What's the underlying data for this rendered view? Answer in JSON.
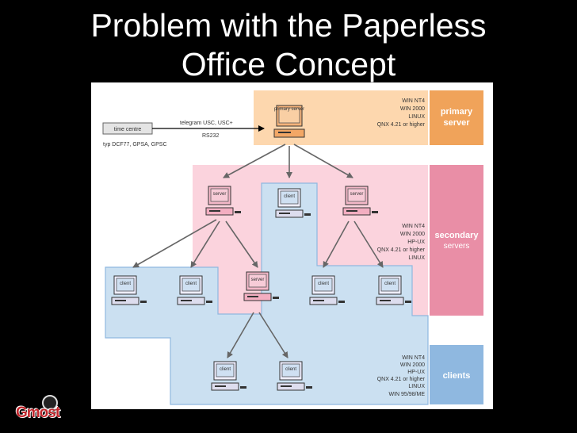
{
  "slide": {
    "title_line1": "Problem with the Paperless",
    "title_line2": "Office Concept"
  },
  "diagram": {
    "primary_section": {
      "label_line1": "primary",
      "label_line2": "server",
      "os_list": [
        "WIN NT4",
        "WIN 2000",
        "LINUX",
        "QNX 4.21 or higher"
      ]
    },
    "secondary_section": {
      "label_line1": "secondary",
      "label_line2": "servers",
      "os_list": [
        "WIN NT4",
        "WIN 2000",
        "HP-UX",
        "QNX 4.21 or higher",
        "LINUX"
      ]
    },
    "clients_section": {
      "label": "clients",
      "os_list": [
        "WIN NT4",
        "WIN 2000",
        "HP-UX",
        "QNX 4.21 or higher",
        "LINUX",
        "WIN 95/98/ME"
      ]
    },
    "time_centre": {
      "label": "time centre",
      "type_label": "typ DCF77, GPSA, GPSC",
      "telegram_label": "telegram USC, USC+",
      "port_label": "RS232"
    },
    "nodes": {
      "primary": "primary server",
      "server": "server",
      "client": "client"
    }
  },
  "logo": {
    "text": "Gmost"
  },
  "colors": {
    "primary_fill": "#fdd7ae",
    "primary_accent": "#f0a35a",
    "secondary_fill": "#fbd3dd",
    "secondary_accent": "#e98ea6",
    "clients_fill": "#cbe0f1",
    "clients_accent": "#8fb8e0"
  }
}
